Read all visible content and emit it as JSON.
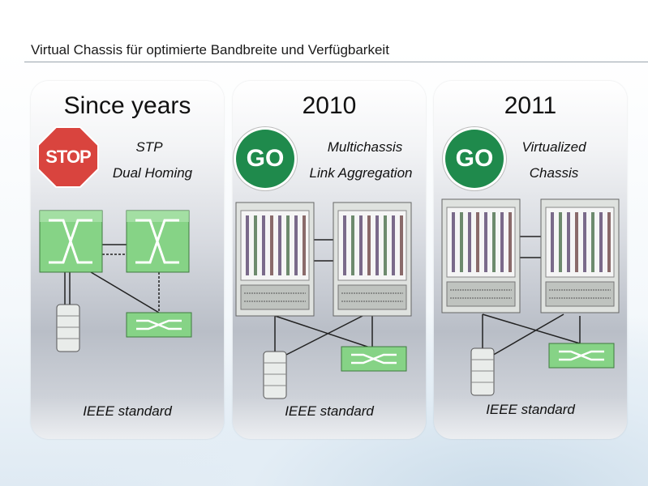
{
  "title": "Virtual Chassis für optimierte Bandbreite und Verfügbarkeit",
  "panels": [
    {
      "heading": "Since years",
      "sign": "STOP",
      "line1": "STP",
      "line2": "Dual Homing",
      "footer": "IEEE standard"
    },
    {
      "heading": "2010",
      "sign": "GO",
      "line1": "Multichassis",
      "line2": "Link Aggregation",
      "footer": "IEEE standard"
    },
    {
      "heading": "2011",
      "sign": "GO",
      "line1": "Virtualized",
      "line2": "Chassis",
      "footer": "IEEE standard"
    }
  ],
  "colors": {
    "stop": "#d9443e",
    "go": "#1f8a4c",
    "switch": "#7fd07f",
    "chassis": "#d8dcd8"
  }
}
